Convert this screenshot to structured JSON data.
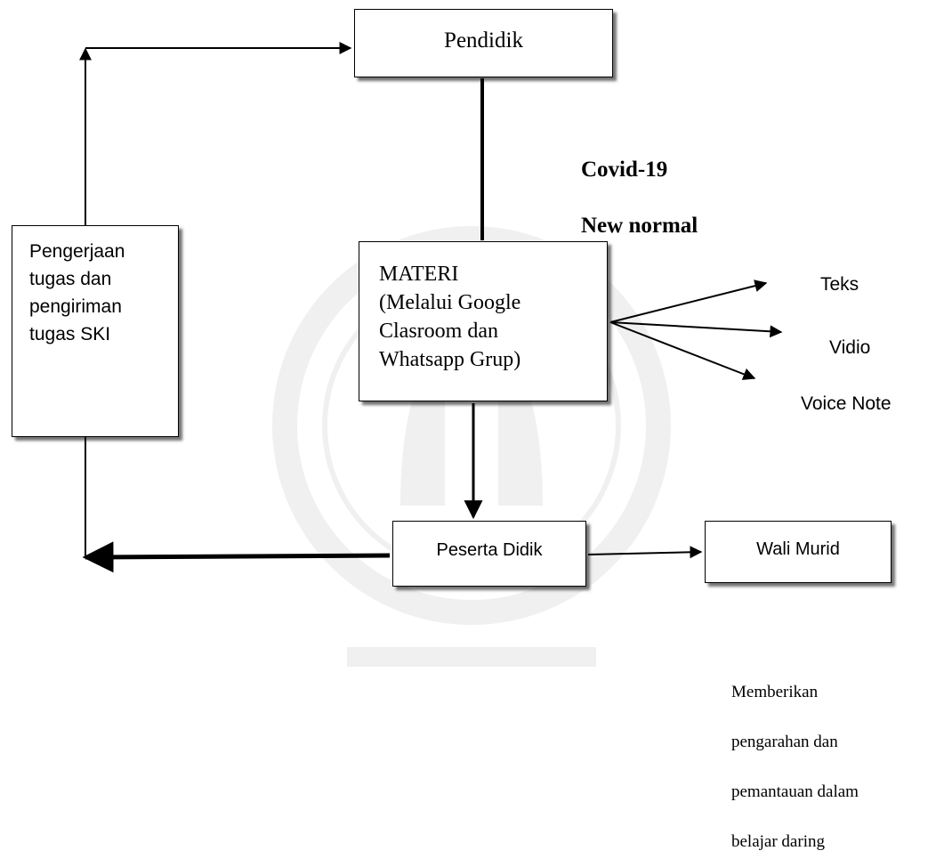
{
  "nodes": {
    "pendidik": "Pendidik",
    "materi": [
      "MATERI",
      "(Melalui Google",
      "Clasroom dan",
      "Whatsapp Grup)"
    ],
    "pengerjaan": [
      "Pengerjaan",
      "tugas dan",
      "pengiriman",
      "tugas SKI"
    ],
    "peserta": "Peserta Didik",
    "wali": "Wali Murid"
  },
  "notes": {
    "covid": "Covid-19",
    "newnormal": "New normal"
  },
  "outputs": [
    "Teks",
    "Vidio",
    "Voice Note"
  ],
  "description": [
    "Memberikan",
    "pengarahan dan",
    "pemantauan dalam",
    "belajar daring"
  ],
  "colors": {
    "line": "#000000",
    "watermark": "#888888"
  }
}
